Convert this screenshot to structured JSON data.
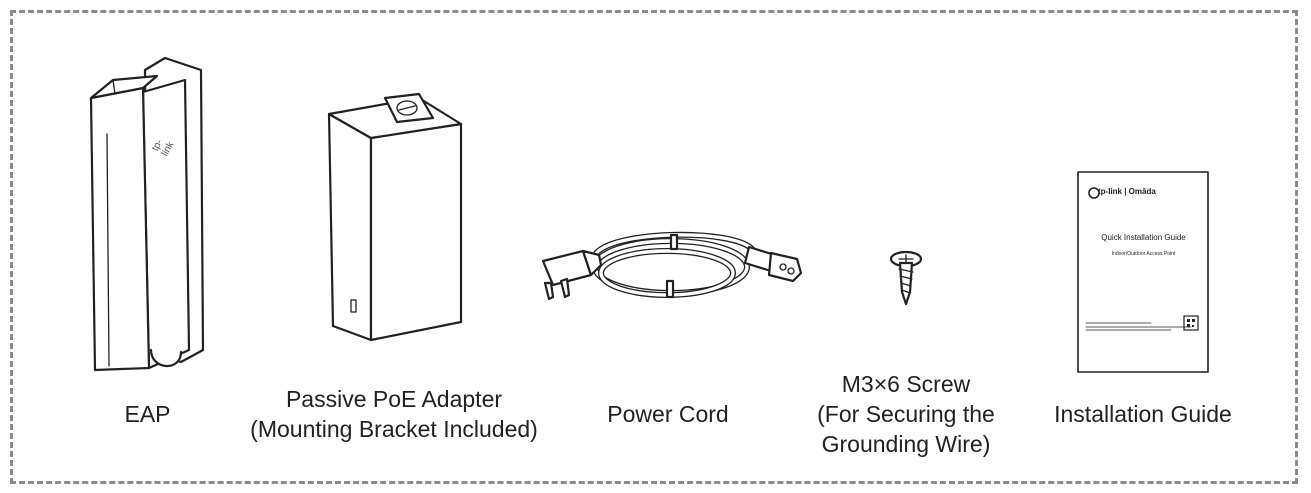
{
  "items": {
    "eap": {
      "label": "EAP",
      "logo": "tp-link"
    },
    "adapter": {
      "label_line1": "Passive PoE Adapter",
      "label_line2": "(Mounting Bracket Included)"
    },
    "cord": {
      "label": "Power Cord"
    },
    "screw": {
      "label_line1": "M3×6 Screw",
      "label_line2": "(For Securing the",
      "label_line3": "Grounding Wire)"
    },
    "guide": {
      "label": "Installation Guide",
      "brand": "tp-link | Omāda",
      "title": "Quick Installation Guide",
      "subtitle": "Indoor/Outdoor Access Point"
    }
  },
  "colors": {
    "border": "#8c8c8c",
    "ink": "#222222"
  }
}
